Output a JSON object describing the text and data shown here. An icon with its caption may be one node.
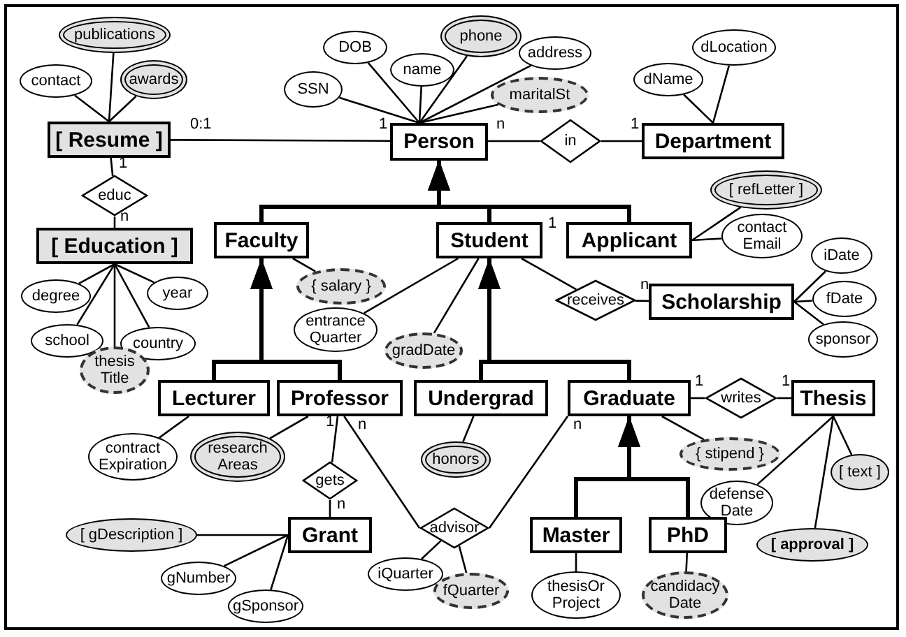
{
  "diagram": {
    "nodes": [
      {
        "text": [
          "[ Resume ]"
        ]
      },
      {
        "text": [
          "Person"
        ]
      },
      {
        "text": [
          "in"
        ]
      },
      {
        "text": [
          "Department"
        ]
      },
      {
        "text": [
          "educ"
        ]
      },
      {
        "text": [
          "[ Education ]"
        ]
      },
      {
        "text": [
          "publications"
        ]
      },
      {
        "text": [
          "contact"
        ]
      },
      {
        "text": [
          "awards"
        ]
      },
      {
        "text": [
          "SSN"
        ]
      },
      {
        "text": [
          "DOB"
        ]
      },
      {
        "text": [
          "name"
        ]
      },
      {
        "text": [
          "phone"
        ]
      },
      {
        "text": [
          "address"
        ]
      },
      {
        "text": [
          "maritalSt"
        ]
      },
      {
        "text": [
          "dName"
        ]
      },
      {
        "text": [
          "dLocation"
        ]
      },
      {
        "text": [
          "Faculty"
        ]
      },
      {
        "text": [
          "Student"
        ]
      },
      {
        "text": [
          "Applicant"
        ]
      },
      {
        "text": [
          "{ salary }"
        ]
      },
      {
        "text": [
          "[ refLetter ]"
        ]
      },
      {
        "text": [
          "contact Email"
        ]
      },
      {
        "text": [
          "receives"
        ]
      },
      {
        "text": [
          "Scholarship"
        ]
      },
      {
        "text": [
          "iDate"
        ]
      },
      {
        "text": [
          "fDate"
        ]
      },
      {
        "text": [
          "sponsor"
        ]
      },
      {
        "text": [
          "entrance Quarter"
        ]
      },
      {
        "text": [
          "gradDate"
        ]
      },
      {
        "text": [
          "degree"
        ]
      },
      {
        "text": [
          "year"
        ]
      },
      {
        "text": [
          "school"
        ]
      },
      {
        "text": [
          "country"
        ]
      },
      {
        "text": [
          "thesis Title"
        ]
      },
      {
        "text": [
          "Lecturer"
        ]
      },
      {
        "text": [
          "Professor"
        ]
      },
      {
        "text": [
          "Undergrad"
        ]
      },
      {
        "text": [
          "Graduate"
        ]
      },
      {
        "text": [
          "writes"
        ]
      },
      {
        "text": [
          "Thesis"
        ]
      },
      {
        "text": [
          "{ stipend }"
        ]
      },
      {
        "text": [
          "contract Expiration"
        ]
      },
      {
        "text": [
          "research Areas"
        ]
      },
      {
        "text": [
          "honors"
        ]
      },
      {
        "text": [
          "gets"
        ]
      },
      {
        "text": [
          "advisor"
        ]
      },
      {
        "text": [
          "defense Date"
        ]
      },
      {
        "text": [
          "[ text ]"
        ]
      },
      {
        "text": [
          "Grant"
        ]
      },
      {
        "text": [
          "[ gDescription ]"
        ]
      },
      {
        "text": [
          "gNumber"
        ]
      },
      {
        "text": [
          "gSponsor"
        ]
      },
      {
        "text": [
          "iQuarter"
        ]
      },
      {
        "text": [
          "fQuarter"
        ]
      },
      {
        "text": [
          "Master"
        ]
      },
      {
        "text": [
          "PhD"
        ]
      },
      {
        "text": [
          "thesisOr Project"
        ]
      },
      {
        "text": [
          "candidacy Date"
        ]
      },
      {
        "text": [
          "[ approval ]"
        ]
      }
    ],
    "edges": [
      {
        "from": 0,
        "to": 1,
        "arrow": "none"
      },
      {
        "from": 1,
        "to": 2,
        "arrow": "none"
      },
      {
        "from": 2,
        "to": 3,
        "arrow": "none"
      },
      {
        "from": 0,
        "to": 4,
        "arrow": "none"
      },
      {
        "from": 4,
        "to": 5,
        "arrow": "none"
      },
      {
        "from": 6,
        "to": 0,
        "arrow": "none"
      },
      {
        "from": 7,
        "to": 0,
        "arrow": "none"
      },
      {
        "from": 8,
        "to": 0,
        "arrow": "none"
      },
      {
        "from": 9,
        "to": 1,
        "arrow": "none"
      },
      {
        "from": 10,
        "to": 1,
        "arrow": "none"
      },
      {
        "from": 11,
        "to": 1,
        "arrow": "none"
      },
      {
        "from": 12,
        "to": 1,
        "arrow": "none"
      },
      {
        "from": 13,
        "to": 1,
        "arrow": "none"
      },
      {
        "from": 14,
        "to": 1,
        "arrow": "none"
      },
      {
        "from": 15,
        "to": 3,
        "arrow": "none"
      },
      {
        "from": 16,
        "to": 3,
        "arrow": "none"
      },
      {
        "from": 17,
        "to": 1,
        "arrow": "to",
        "style": "thick"
      },
      {
        "from": 18,
        "to": 1,
        "arrow": "to",
        "style": "thick"
      },
      {
        "from": 19,
        "to": 1,
        "arrow": "to",
        "style": "thick"
      },
      {
        "from": 20,
        "to": 17,
        "arrow": "none"
      },
      {
        "from": 21,
        "to": 19,
        "arrow": "none"
      },
      {
        "from": 22,
        "to": 19,
        "arrow": "none"
      },
      {
        "from": 18,
        "to": 23,
        "arrow": "none"
      },
      {
        "from": 23,
        "to": 24,
        "arrow": "none"
      },
      {
        "from": 25,
        "to": 24,
        "arrow": "none"
      },
      {
        "from": 26,
        "to": 24,
        "arrow": "none"
      },
      {
        "from": 27,
        "to": 24,
        "arrow": "none"
      },
      {
        "from": 28,
        "to": 18,
        "arrow": "none"
      },
      {
        "from": 29,
        "to": 18,
        "arrow": "none"
      },
      {
        "from": 30,
        "to": 5,
        "arrow": "none"
      },
      {
        "from": 31,
        "to": 5,
        "arrow": "none"
      },
      {
        "from": 32,
        "to": 5,
        "arrow": "none"
      },
      {
        "from": 33,
        "to": 5,
        "arrow": "none"
      },
      {
        "from": 34,
        "to": 5,
        "arrow": "none"
      },
      {
        "from": 35,
        "to": 17,
        "arrow": "to",
        "style": "thick"
      },
      {
        "from": 36,
        "to": 17,
        "arrow": "to",
        "style": "thick"
      },
      {
        "from": 37,
        "to": 18,
        "arrow": "to",
        "style": "thick"
      },
      {
        "from": 38,
        "to": 18,
        "arrow": "to",
        "style": "thick"
      },
      {
        "from": 38,
        "to": 39,
        "arrow": "none"
      },
      {
        "from": 39,
        "to": 40,
        "arrow": "none"
      },
      {
        "from": 41,
        "to": 38,
        "arrow": "none"
      },
      {
        "from": 42,
        "to": 35,
        "arrow": "none"
      },
      {
        "from": 43,
        "to": 36,
        "arrow": "none"
      },
      {
        "from": 44,
        "to": 37,
        "arrow": "none"
      },
      {
        "from": 36,
        "to": 45,
        "arrow": "none"
      },
      {
        "from": 45,
        "to": 49,
        "arrow": "none"
      },
      {
        "from": 36,
        "to": 46,
        "arrow": "none"
      },
      {
        "from": 38,
        "to": 46,
        "arrow": "none"
      },
      {
        "from": 47,
        "to": 40,
        "arrow": "none"
      },
      {
        "from": 48,
        "to": 40,
        "arrow": "none"
      },
      {
        "from": 59,
        "to": 40,
        "arrow": "none"
      },
      {
        "from": 50,
        "to": 49,
        "arrow": "none"
      },
      {
        "from": 51,
        "to": 49,
        "arrow": "none"
      },
      {
        "from": 52,
        "to": 49,
        "arrow": "none"
      },
      {
        "from": 46,
        "to": 53,
        "arrow": "none"
      },
      {
        "from": 46,
        "to": 54,
        "arrow": "none"
      },
      {
        "from": 55,
        "to": 38,
        "arrow": "to",
        "style": "thick"
      },
      {
        "from": 56,
        "to": 38,
        "arrow": "to",
        "style": "thick"
      },
      {
        "from": 57,
        "to": 55,
        "arrow": "none"
      },
      {
        "from": 58,
        "to": 56,
        "arrow": "none"
      }
    ],
    "labels": [
      "0:1",
      "1",
      "n",
      "1",
      "1",
      "n",
      "1",
      "n",
      "1",
      "1",
      "1",
      "n",
      "n",
      "n"
    ]
  }
}
